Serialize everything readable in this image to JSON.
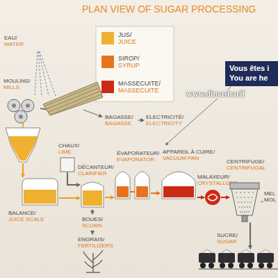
{
  "diagram": {
    "title": "PLAN VIEW OF SUGAR PROCESSING",
    "nodes": [
      {
        "text": [
          "MOULINS/",
          "MILLS"
        ]
      },
      {
        "text": [
          "BALANCE/",
          "JUICE SCALE"
        ]
      },
      {
        "text": [
          "CHAUX/",
          "LIME"
        ]
      },
      {
        "text": [
          "DÉCANTEUR/",
          "CLARIFIER"
        ]
      },
      {
        "text": [
          "ÉVAPORATEUR/",
          "EVAPORATOR"
        ]
      },
      {
        "text": [
          "APPAREIL À CUIRE/",
          "VACUUM PAN"
        ]
      },
      {
        "text": [
          "MALAXEUR/",
          "CRYSTALLIZER"
        ]
      },
      {
        "text": [
          "CENTRIFUGE/",
          "CENTRIFUGAL"
        ]
      },
      {
        "text": [
          "SUCRE/",
          "SUGAR"
        ]
      },
      {
        "text": [
          "Vous êtes i",
          "You are he"
        ]
      }
    ],
    "edges": [
      {
        "from": 0,
        "to": 1,
        "arrow": "to"
      },
      {
        "from": 1,
        "to": 3,
        "arrow": "to"
      },
      {
        "from": 2,
        "to": 3,
        "arrow": "to"
      },
      {
        "from": 3,
        "to": 4,
        "arrow": "to"
      },
      {
        "from": 4,
        "to": 5,
        "arrow": "to"
      },
      {
        "from": 5,
        "to": 6,
        "arrow": "to"
      },
      {
        "from": 6,
        "to": 7,
        "arrow": "to"
      },
      {
        "from": 7,
        "to": 8,
        "arrow": "to"
      }
    ],
    "labels": [
      "EAU/",
      "WATER",
      "BAGASSE/",
      "BAGASSE",
      "ELECTRICITÉ/",
      "ELECTRICITY",
      "BOUES/",
      "SCUMS",
      "ENGRAIS/",
      "FERTILIZERS",
      "MEL",
      "MOL",
      "www.dimasharif"
    ],
    "legend": [
      {
        "text": "JUS/ JUICE",
        "color": "#f0b030"
      },
      {
        "text": "SIROP/ SYRUP",
        "color": "#e8731e"
      },
      {
        "text": "MASSECUITE/ MASSECUITE",
        "color": "#cc2a14"
      }
    ]
  }
}
